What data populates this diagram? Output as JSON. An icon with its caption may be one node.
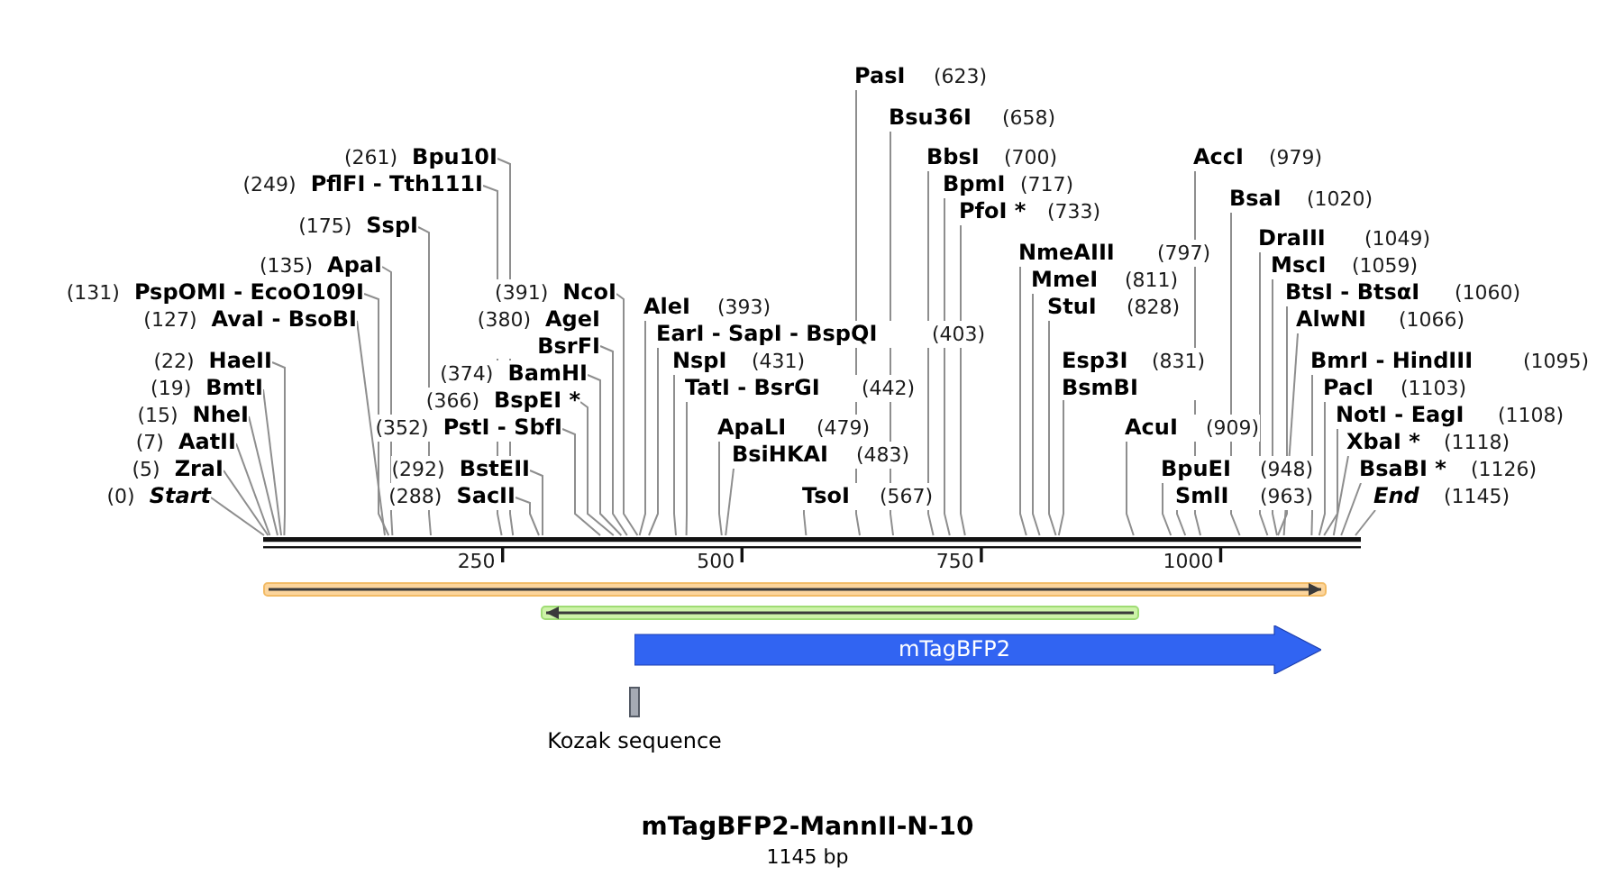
{
  "diagram": {
    "title": "mTagBFP2-MannII-N-10",
    "nodes": [
      {
        "text": [
          "PasI",
          "(623)"
        ]
      },
      {
        "text": [
          "Bsu36I",
          "(658)"
        ]
      },
      {
        "text": [
          "(261)",
          "Bpu10I"
        ]
      },
      {
        "text": [
          "BbsI",
          "(700)"
        ]
      },
      {
        "text": [
          "AccI",
          "(979)"
        ]
      },
      {
        "text": [
          "(249)",
          "PflFI - Tth111I"
        ]
      },
      {
        "text": [
          "BpmI",
          "(717)"
        ]
      },
      {
        "text": [
          "BsaI",
          "(1020)"
        ]
      },
      {
        "text": [
          "PfoI *",
          "(733)"
        ]
      },
      {
        "text": [
          "(175)",
          "SspI"
        ]
      },
      {
        "text": [
          "DraIII",
          "(1049)"
        ]
      },
      {
        "text": [
          "NmeAIII",
          "(797)"
        ]
      },
      {
        "text": [
          "(135)",
          "ApaI"
        ]
      },
      {
        "text": [
          "MscI",
          "(1059)"
        ]
      },
      {
        "text": [
          "MmeI",
          "(811)"
        ]
      },
      {
        "text": [
          "(131)",
          "PspOMI - EcoO109I"
        ]
      },
      {
        "text": [
          "(391)",
          "NcoI"
        ]
      },
      {
        "text": [
          "BtsI - BtsαI",
          "(1060)"
        ]
      },
      {
        "text": [
          "AleI",
          "(393)"
        ]
      },
      {
        "text": [
          "StuI",
          "(828)"
        ]
      },
      {
        "text": [
          "(127)",
          "AvaI - BsoBI"
        ]
      },
      {
        "text": [
          "(380)",
          "AgeI",
          "BsrFI"
        ]
      },
      {
        "text": [
          "AlwNI",
          "(1066)"
        ]
      },
      {
        "text": [
          "EarI - SapI - BspQI",
          "(403)"
        ]
      },
      {
        "text": [
          "(22)",
          "HaeII"
        ]
      },
      {
        "text": [
          "NspI",
          "(431)"
        ]
      },
      {
        "text": [
          "Esp3I",
          "(831)",
          "BsmBI"
        ]
      },
      {
        "text": [
          "BmrI - HindIII",
          "(1095)"
        ]
      },
      {
        "text": [
          "(374)",
          "BamHI"
        ]
      },
      {
        "text": [
          "(19)",
          "BmtI"
        ]
      },
      {
        "text": [
          "TatI - BsrGI",
          "(442)"
        ]
      },
      {
        "text": [
          "PacI",
          "(1103)"
        ]
      },
      {
        "text": [
          "(366)",
          "BspEI *"
        ]
      },
      {
        "text": [
          "(15)",
          "NheI"
        ]
      },
      {
        "text": [
          "NotI - EagI",
          "(1108)"
        ]
      },
      {
        "text": [
          "(352)",
          "PstI - SbfI"
        ]
      },
      {
        "text": [
          "ApaLI",
          "(479)"
        ]
      },
      {
        "text": [
          "AcuI",
          "(909)"
        ]
      },
      {
        "text": [
          "(7)",
          "AatII"
        ]
      },
      {
        "text": [
          "XbaI *",
          "(1118)"
        ]
      },
      {
        "text": [
          "BsiHKAI",
          "(483)"
        ]
      },
      {
        "text": [
          "(5)",
          "ZraI"
        ]
      },
      {
        "text": [
          "(292)",
          "BstEII"
        ]
      },
      {
        "text": [
          "BpuEI",
          "(948)"
        ]
      },
      {
        "text": [
          "BsaBI *",
          "(1126)"
        ]
      },
      {
        "text": [
          "(0)",
          "Start"
        ]
      },
      {
        "text": [
          "(288)",
          "SacII"
        ]
      },
      {
        "text": [
          "TsoI",
          "(567)"
        ]
      },
      {
        "text": [
          "SmlI",
          "(963)"
        ]
      },
      {
        "text": [
          "End",
          "(1145)"
        ]
      },
      {
        "text": [],
        "shape": "bar"
      },
      {
        "text": [],
        "shape": "arrow"
      },
      {
        "text": [],
        "shape": "arrow"
      },
      {
        "text": [
          "mTagBFP2"
        ]
      },
      {
        "text": [],
        "shape": "box",
        "beside": [
          "Kozak sequence"
        ]
      }
    ],
    "edges": [
      {
        "from": 0,
        "to": 50,
        "arrow": "none"
      },
      {
        "from": 1,
        "to": 50,
        "arrow": "none"
      },
      {
        "from": 2,
        "to": 50,
        "arrow": "none"
      },
      {
        "from": 3,
        "to": 50,
        "arrow": "none"
      },
      {
        "from": 4,
        "to": 50,
        "arrow": "none"
      },
      {
        "from": 5,
        "to": 50,
        "arrow": "none"
      },
      {
        "from": 6,
        "to": 50,
        "arrow": "none"
      },
      {
        "from": 7,
        "to": 50,
        "arrow": "none"
      },
      {
        "from": 8,
        "to": 50,
        "arrow": "none"
      },
      {
        "from": 9,
        "to": 50,
        "arrow": "none"
      },
      {
        "from": 10,
        "to": 50,
        "arrow": "none"
      },
      {
        "from": 11,
        "to": 50,
        "arrow": "none"
      },
      {
        "from": 12,
        "to": 50,
        "arrow": "none"
      },
      {
        "from": 13,
        "to": 50,
        "arrow": "none"
      },
      {
        "from": 14,
        "to": 50,
        "arrow": "none"
      },
      {
        "from": 15,
        "to": 50,
        "arrow": "none"
      },
      {
        "from": 16,
        "to": 50,
        "arrow": "none"
      },
      {
        "from": 17,
        "to": 50,
        "arrow": "none"
      },
      {
        "from": 18,
        "to": 50,
        "arrow": "none"
      },
      {
        "from": 19,
        "to": 50,
        "arrow": "none"
      },
      {
        "from": 20,
        "to": 50,
        "arrow": "none"
      },
      {
        "from": 21,
        "to": 50,
        "arrow": "none"
      },
      {
        "from": 22,
        "to": 50,
        "arrow": "none"
      },
      {
        "from": 23,
        "to": 50,
        "arrow": "none"
      },
      {
        "from": 24,
        "to": 50,
        "arrow": "none"
      },
      {
        "from": 25,
        "to": 50,
        "arrow": "none"
      },
      {
        "from": 26,
        "to": 50,
        "arrow": "none"
      },
      {
        "from": 27,
        "to": 50,
        "arrow": "none"
      },
      {
        "from": 28,
        "to": 50,
        "arrow": "none"
      },
      {
        "from": 29,
        "to": 50,
        "arrow": "none"
      },
      {
        "from": 30,
        "to": 50,
        "arrow": "none"
      },
      {
        "from": 31,
        "to": 50,
        "arrow": "none"
      },
      {
        "from": 32,
        "to": 50,
        "arrow": "none"
      },
      {
        "from": 33,
        "to": 50,
        "arrow": "none"
      },
      {
        "from": 34,
        "to": 50,
        "arrow": "none"
      },
      {
        "from": 35,
        "to": 50,
        "arrow": "none"
      },
      {
        "from": 36,
        "to": 50,
        "arrow": "none"
      },
      {
        "from": 37,
        "to": 50,
        "arrow": "none"
      },
      {
        "from": 38,
        "to": 50,
        "arrow": "none"
      },
      {
        "from": 39,
        "to": 50,
        "arrow": "none"
      },
      {
        "from": 40,
        "to": 50,
        "arrow": "none"
      },
      {
        "from": 41,
        "to": 50,
        "arrow": "none"
      },
      {
        "from": 42,
        "to": 50,
        "arrow": "none"
      },
      {
        "from": 43,
        "to": 50,
        "arrow": "none"
      },
      {
        "from": 44,
        "to": 50,
        "arrow": "none"
      },
      {
        "from": 45,
        "to": 50,
        "arrow": "none"
      },
      {
        "from": 46,
        "to": 50,
        "arrow": "none"
      },
      {
        "from": 47,
        "to": 50,
        "arrow": "none"
      },
      {
        "from": 48,
        "to": 50,
        "arrow": "none"
      },
      {
        "from": 49,
        "to": 50,
        "arrow": "none"
      }
    ],
    "labels": [
      "250",
      "500",
      "750",
      "1000",
      "1145 bp"
    ]
  }
}
